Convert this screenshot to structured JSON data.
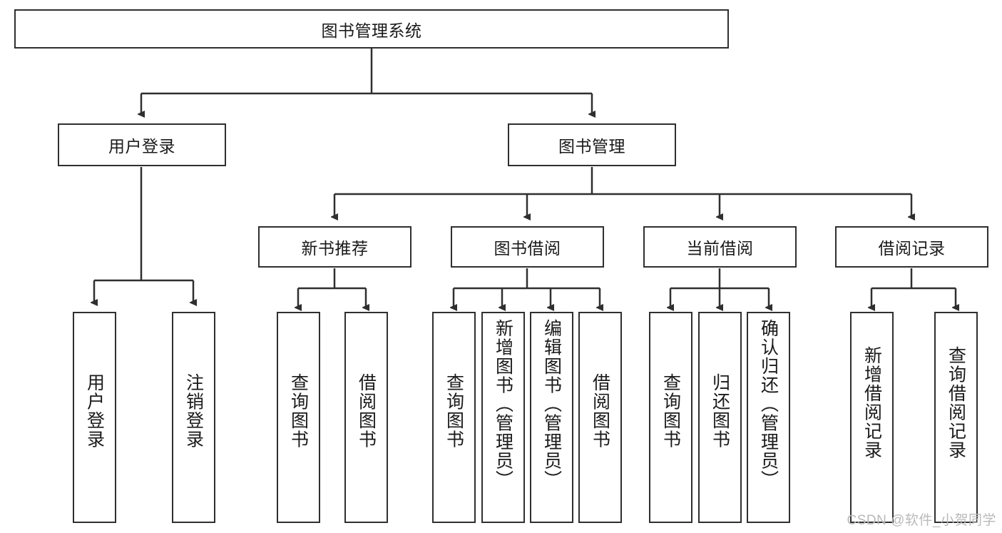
{
  "diagram": {
    "title": "图书管理系统",
    "type": "hierarchy-tree",
    "levels": 4,
    "colors": {
      "stroke": "#2f2f2f",
      "background": "#ffffff",
      "text": "#1a1a1a",
      "watermark": "#b9b9b9"
    }
  },
  "root": {
    "label": "图书管理系统"
  },
  "level2": [
    {
      "label": "用户登录"
    },
    {
      "label": "图书管理"
    }
  ],
  "level3": [
    {
      "label": "新书推荐"
    },
    {
      "label": "图书借阅"
    },
    {
      "label": "当前借阅"
    },
    {
      "label": "借阅记录"
    }
  ],
  "leaves": {
    "user_login": [
      {
        "label": "用户登录"
      },
      {
        "label": "注销登录"
      }
    ],
    "new_book_rec": [
      {
        "label": "查询图书"
      },
      {
        "label": "借阅图书"
      }
    ],
    "book_borrow": [
      {
        "label": "查询图书"
      },
      {
        "label": "新增图书（管理员）"
      },
      {
        "label": "编辑图书（管理员）"
      },
      {
        "label": "借阅图书"
      }
    ],
    "current_borrow": [
      {
        "label": "查询图书"
      },
      {
        "label": "归还图书"
      },
      {
        "label": "确认归还（管理员）"
      }
    ],
    "borrow_record": [
      {
        "label": "新增借阅记录"
      },
      {
        "label": "查询借阅记录"
      }
    ]
  },
  "watermark": {
    "text": "CSDN @软件_小贺同学"
  }
}
